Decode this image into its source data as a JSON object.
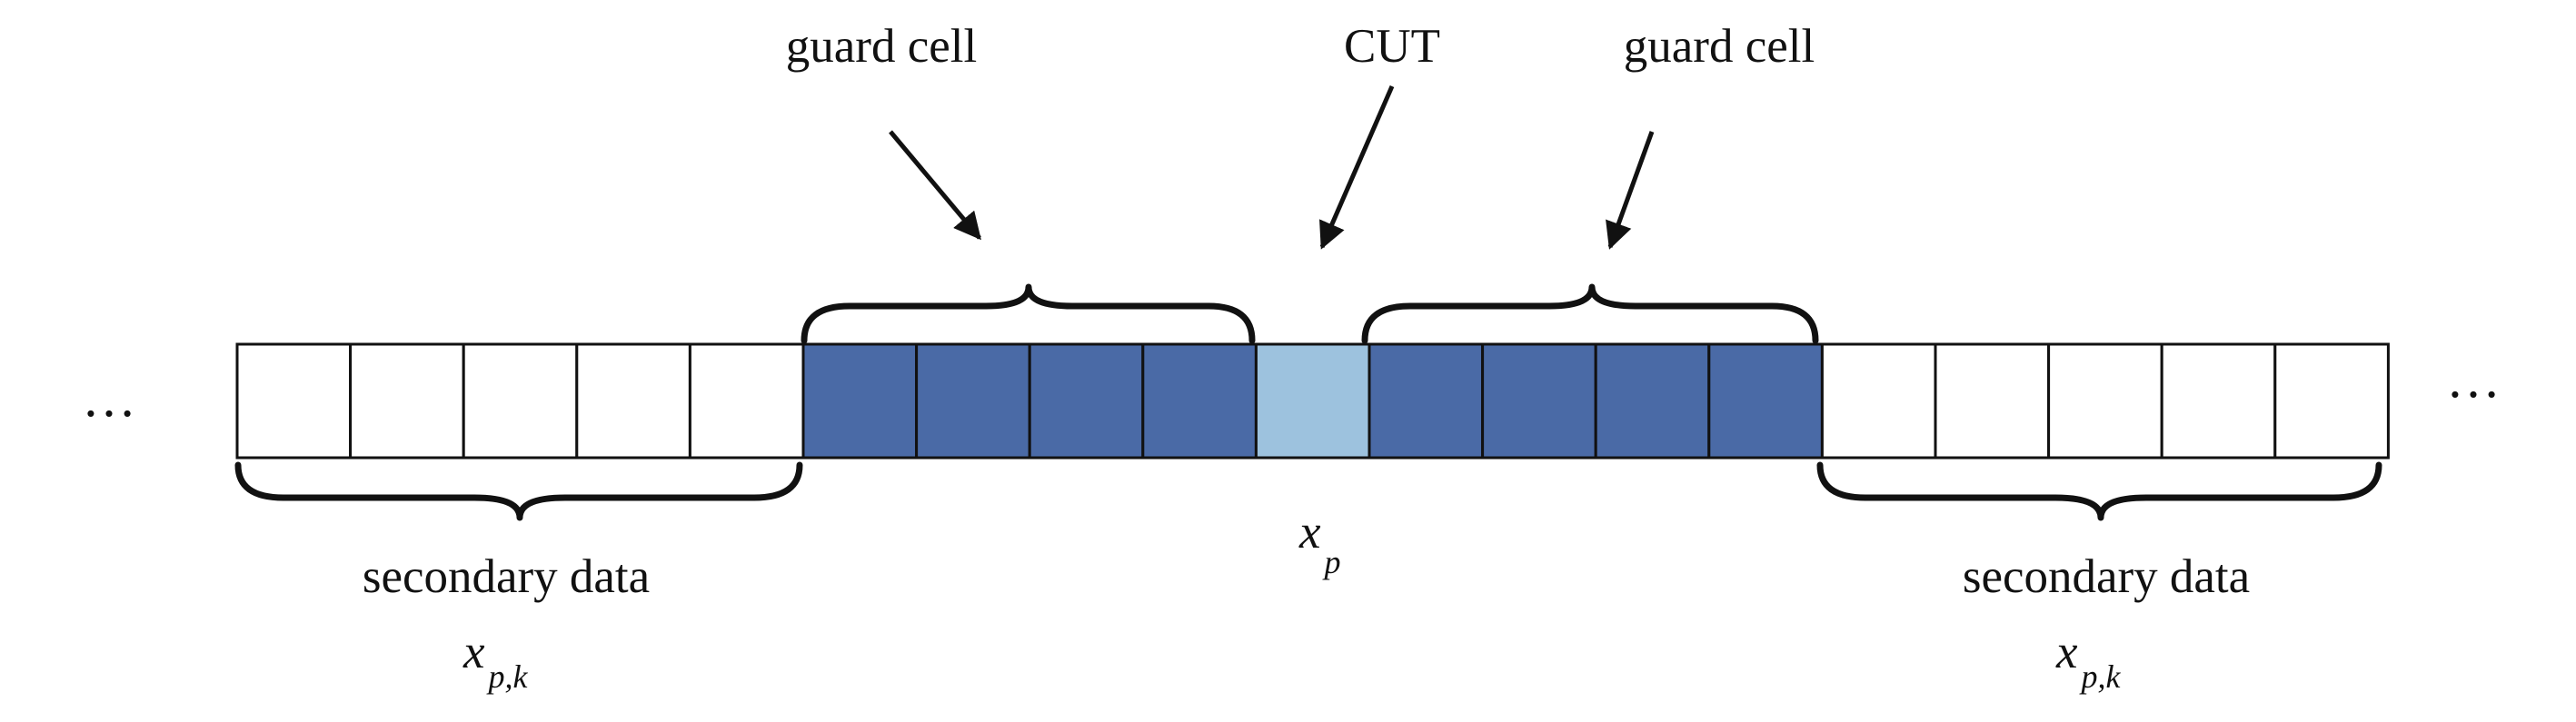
{
  "labels": {
    "guard_left": "guard cell",
    "cut": "CUT",
    "guard_right": "guard cell",
    "secondary_left": "secondary data",
    "secondary_right": "secondary data",
    "ellipsis_left": "…",
    "ellipsis_right": "…"
  },
  "math": {
    "xp_base": "x",
    "xp_sub": "p",
    "xpk_base": "x",
    "xpk_sub": "p,k"
  },
  "cells": [
    "secondary",
    "secondary",
    "secondary",
    "secondary",
    "secondary",
    "guard",
    "guard",
    "guard",
    "guard",
    "cut",
    "guard",
    "guard",
    "guard",
    "guard",
    "secondary",
    "secondary",
    "secondary",
    "secondary",
    "secondary"
  ],
  "colors": {
    "secondary": "#ffffff",
    "guard": "#4a6aa6",
    "cut": "#9dc2de",
    "stroke": "#111111"
  }
}
